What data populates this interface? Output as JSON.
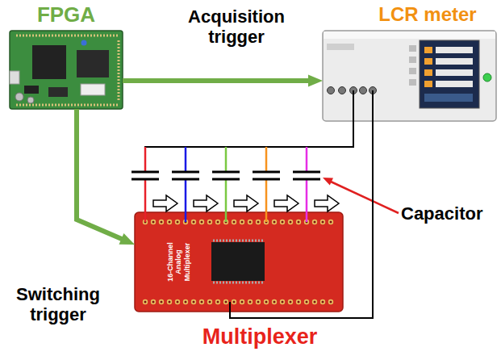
{
  "diagram": {
    "nodes": [
      {
        "text": [
          "FPGA"
        ]
      },
      {
        "text": [
          "LCR meter"
        ]
      },
      {
        "text": [
          "Multiplexer"
        ]
      }
    ],
    "edges": [
      {
        "from": 0,
        "to": 1,
        "arrow": "to",
        "label": "Acquisition trigger"
      },
      {
        "from": 0,
        "to": 2,
        "arrow": "to",
        "label": "Switching trigger"
      },
      {
        "from": 1,
        "to": 2,
        "arrow": "none"
      }
    ],
    "labels": [
      "Capacitor",
      "16-Channel Analog Multiplexer"
    ]
  }
}
